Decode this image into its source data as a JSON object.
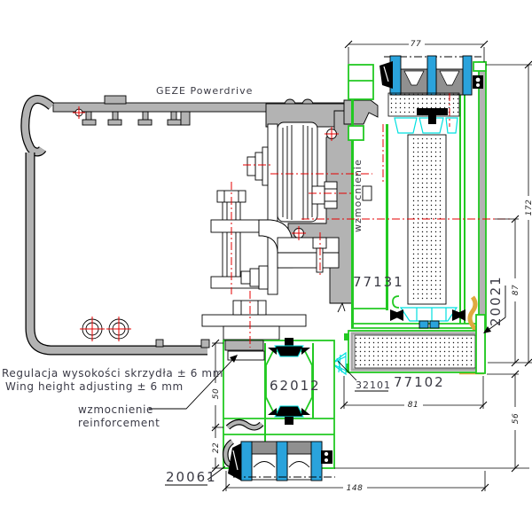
{
  "annotations": {
    "drive_name": "GEZE Powerdrive",
    "adjust_pl": "Regulacja wysokości skrzydła ± 6 mm",
    "adjust_en": "Wing height adjusting ± 6 mm",
    "reinforcement_pl": "wzmocnienie",
    "reinforcement_en": "reinforcement",
    "reinforcement_vertical": "wzmocnienie"
  },
  "parts": {
    "wing_profile": "77131",
    "frame_gasket": "20021",
    "threshold_profile": "62012",
    "connector": "32101",
    "sill_profile": "77102",
    "bottom_seal": "20061"
  },
  "dimensions": {
    "wing_width": "77",
    "total_height": "172",
    "lower_height": "87",
    "sill_height": "56",
    "sill_width": "81",
    "total_width": "148",
    "threshold_height": "50",
    "seal_height": "22"
  },
  "colors": {
    "profile_gray": "#b3b3b3",
    "profile_green": "#22c922",
    "glazing_blue": "#2aa3dc",
    "gasket_cyan": "#00e0e0",
    "gasket_orange": "#dfa93f",
    "centerline_red": "#e60000",
    "background": "#ffffff"
  }
}
